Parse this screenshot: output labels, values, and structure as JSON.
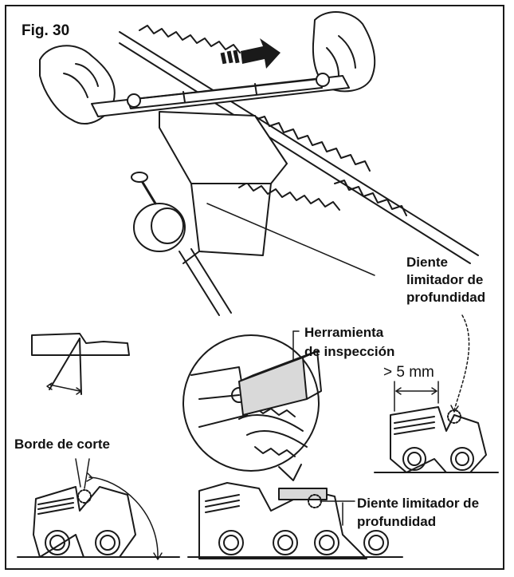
{
  "figure": {
    "label": "Fig. 30"
  },
  "labels": {
    "depth_gauge_top_line1": "Diente",
    "depth_gauge_top_line2": "limitador de",
    "depth_gauge_top_line3": "profundidad",
    "tool_line1": "Herramienta",
    "tool_line2": "de inspección",
    "measure": "> 5 mm",
    "cutting_edge": "Borde de corte",
    "depth_gauge_bottom_line1": "Diente limitador de",
    "depth_gauge_bottom_line2": "profundidad"
  },
  "colors": {
    "ink": "#1a1a1a",
    "tool_fill": "#d9d9d9",
    "background": "#ffffff"
  },
  "icons": {
    "direction": "motion-arrow-icon"
  }
}
